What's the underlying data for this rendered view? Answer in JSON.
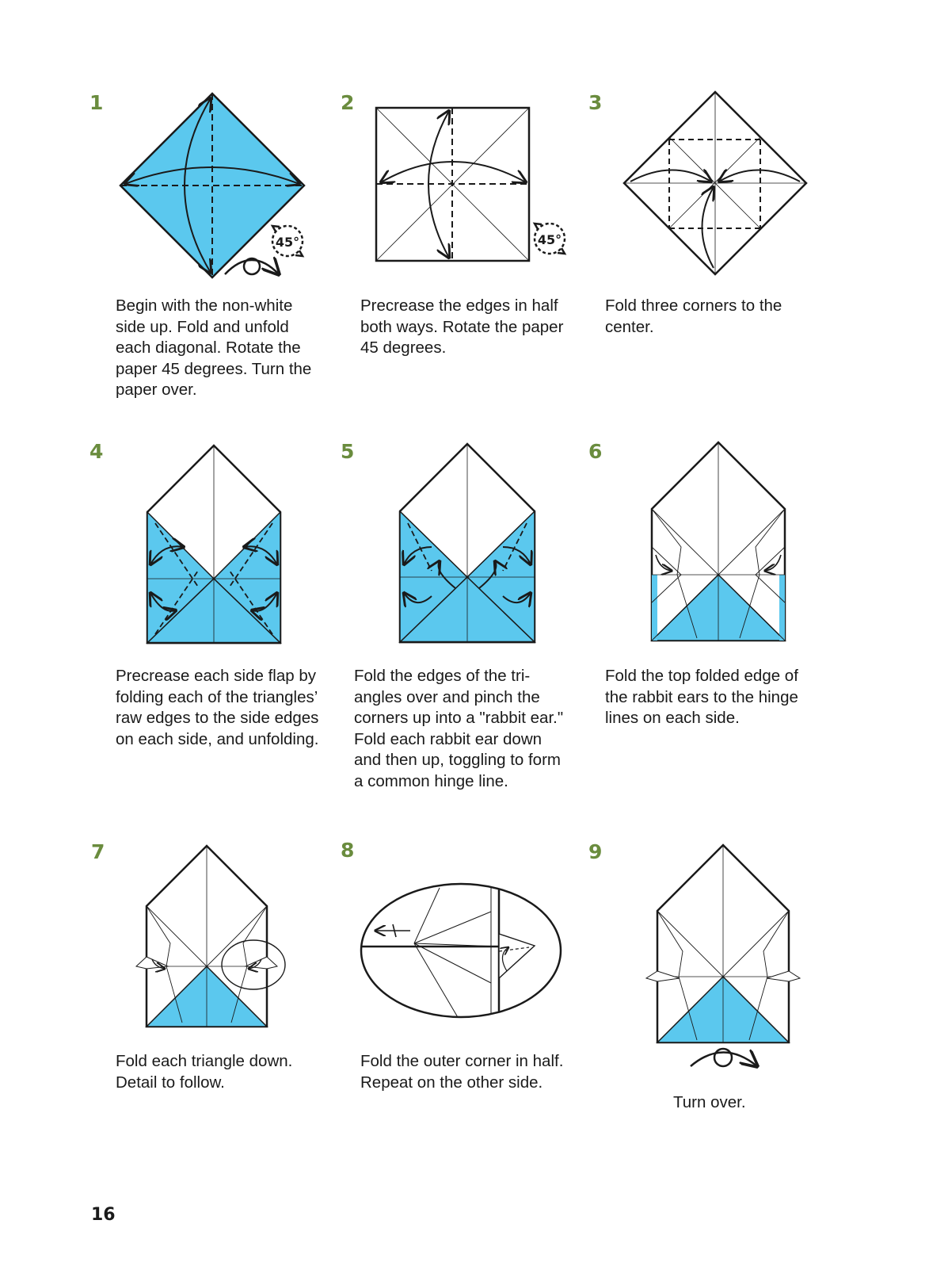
{
  "colors": {
    "paper_blue": "#5bc8ee",
    "step_number_green": "#6a8c3e",
    "line": "#1a1a1a"
  },
  "page_number": "16",
  "steps": [
    {
      "number": "1",
      "caption": "Begin with the non-white\nside up. Fold and unfold\neach diagonal. Rotate the\npaper 45 degrees. Turn the\npaper over.",
      "rotate_label": "45°",
      "icons": [
        "rotate-45-icon",
        "turn-over-icon"
      ]
    },
    {
      "number": "2",
      "caption": "Precrease the edges in half\nboth ways. Rotate the paper\n45 degrees.",
      "rotate_label": "45°",
      "icons": [
        "rotate-45-icon"
      ]
    },
    {
      "number": "3",
      "caption": "Fold three corners to the\ncenter."
    },
    {
      "number": "4",
      "caption": "Precrease each side flap by\nfolding each of the triangles’\nraw edges to the side edges\non each side, and unfolding."
    },
    {
      "number": "5",
      "caption": "Fold the edges of the tri-\nangles over and pinch the\ncorners up into a \"rabbit ear.\"\nFold each rabbit ear down\nand then up, toggling to form\na common hinge line."
    },
    {
      "number": "6",
      "caption": "Fold the top folded edge of\nthe rabbit ears to the hinge\nlines on each side."
    },
    {
      "number": "7",
      "caption": "Fold each triangle down.\nDetail to follow."
    },
    {
      "number": "8",
      "caption": "Fold the outer corner in half.\nRepeat on the other side."
    },
    {
      "number": "9",
      "caption": "Turn over.",
      "icons": [
        "turn-over-icon"
      ]
    }
  ]
}
